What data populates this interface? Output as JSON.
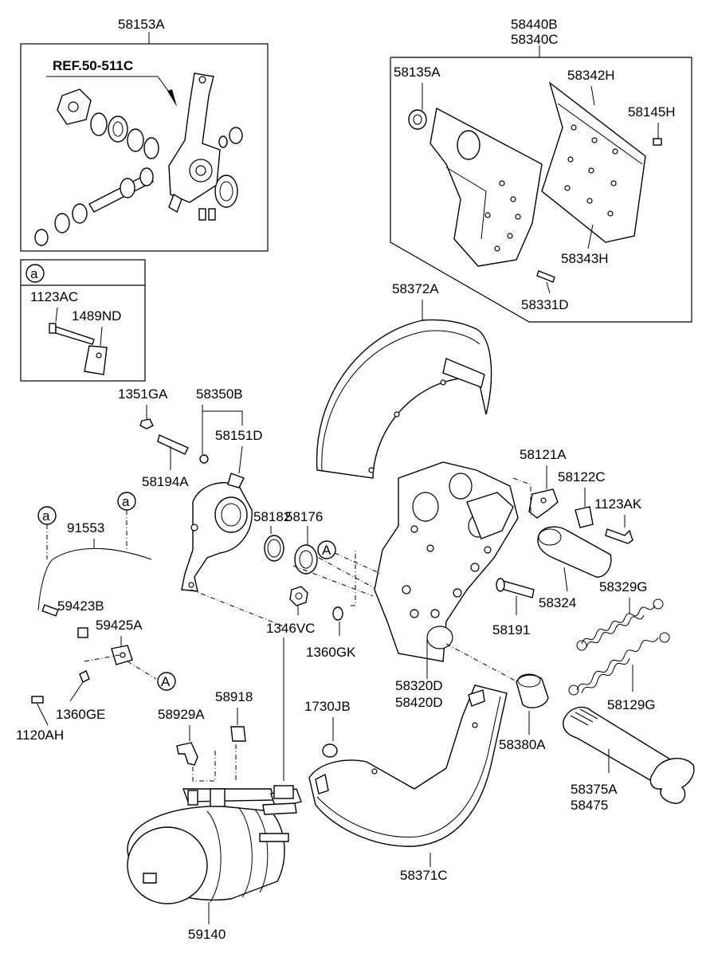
{
  "labels": {
    "l58153A": "58153A",
    "ref": "REF.50-511C",
    "l58440B": "58440B",
    "l58340C": "58340C",
    "l58135A": "58135A",
    "l58342H": "58342H",
    "l58145H": "58145H",
    "l58343H": "58343H",
    "l58331D": "58331D",
    "detailA": "a",
    "l1123AC": "1123AC",
    "l1489ND": "1489ND",
    "l58372A": "58372A",
    "l1351GA": "1351GA",
    "l58350B": "58350B",
    "l58151D": "58151D",
    "l58194A": "58194A",
    "l58182": "58182",
    "l58176": "58176",
    "l91553": "91553",
    "circA1": "a",
    "circA2": "a",
    "circBigA1": "A",
    "circBigA2": "A",
    "l59423B": "59423B",
    "l59425A": "59425A",
    "l1346VC": "1346VC",
    "l1360GK": "1360GK",
    "l1360GE": "1360GE",
    "l1120AH": "1120AH",
    "l58121A": "58121A",
    "l58122C": "58122C",
    "l1123AK": "1123AK",
    "l58324": "58324",
    "l58329G": "58329G",
    "l58191": "58191",
    "l58320D": "58320D",
    "l58420D": "58420D",
    "l58129G": "58129G",
    "l58380A": "58380A",
    "l58918": "58918",
    "l58929A": "58929A",
    "l1730JB": "1730JB",
    "l58375A": "58375A",
    "l58475": "58475",
    "l58371C": "58371C",
    "l59140": "59140"
  }
}
